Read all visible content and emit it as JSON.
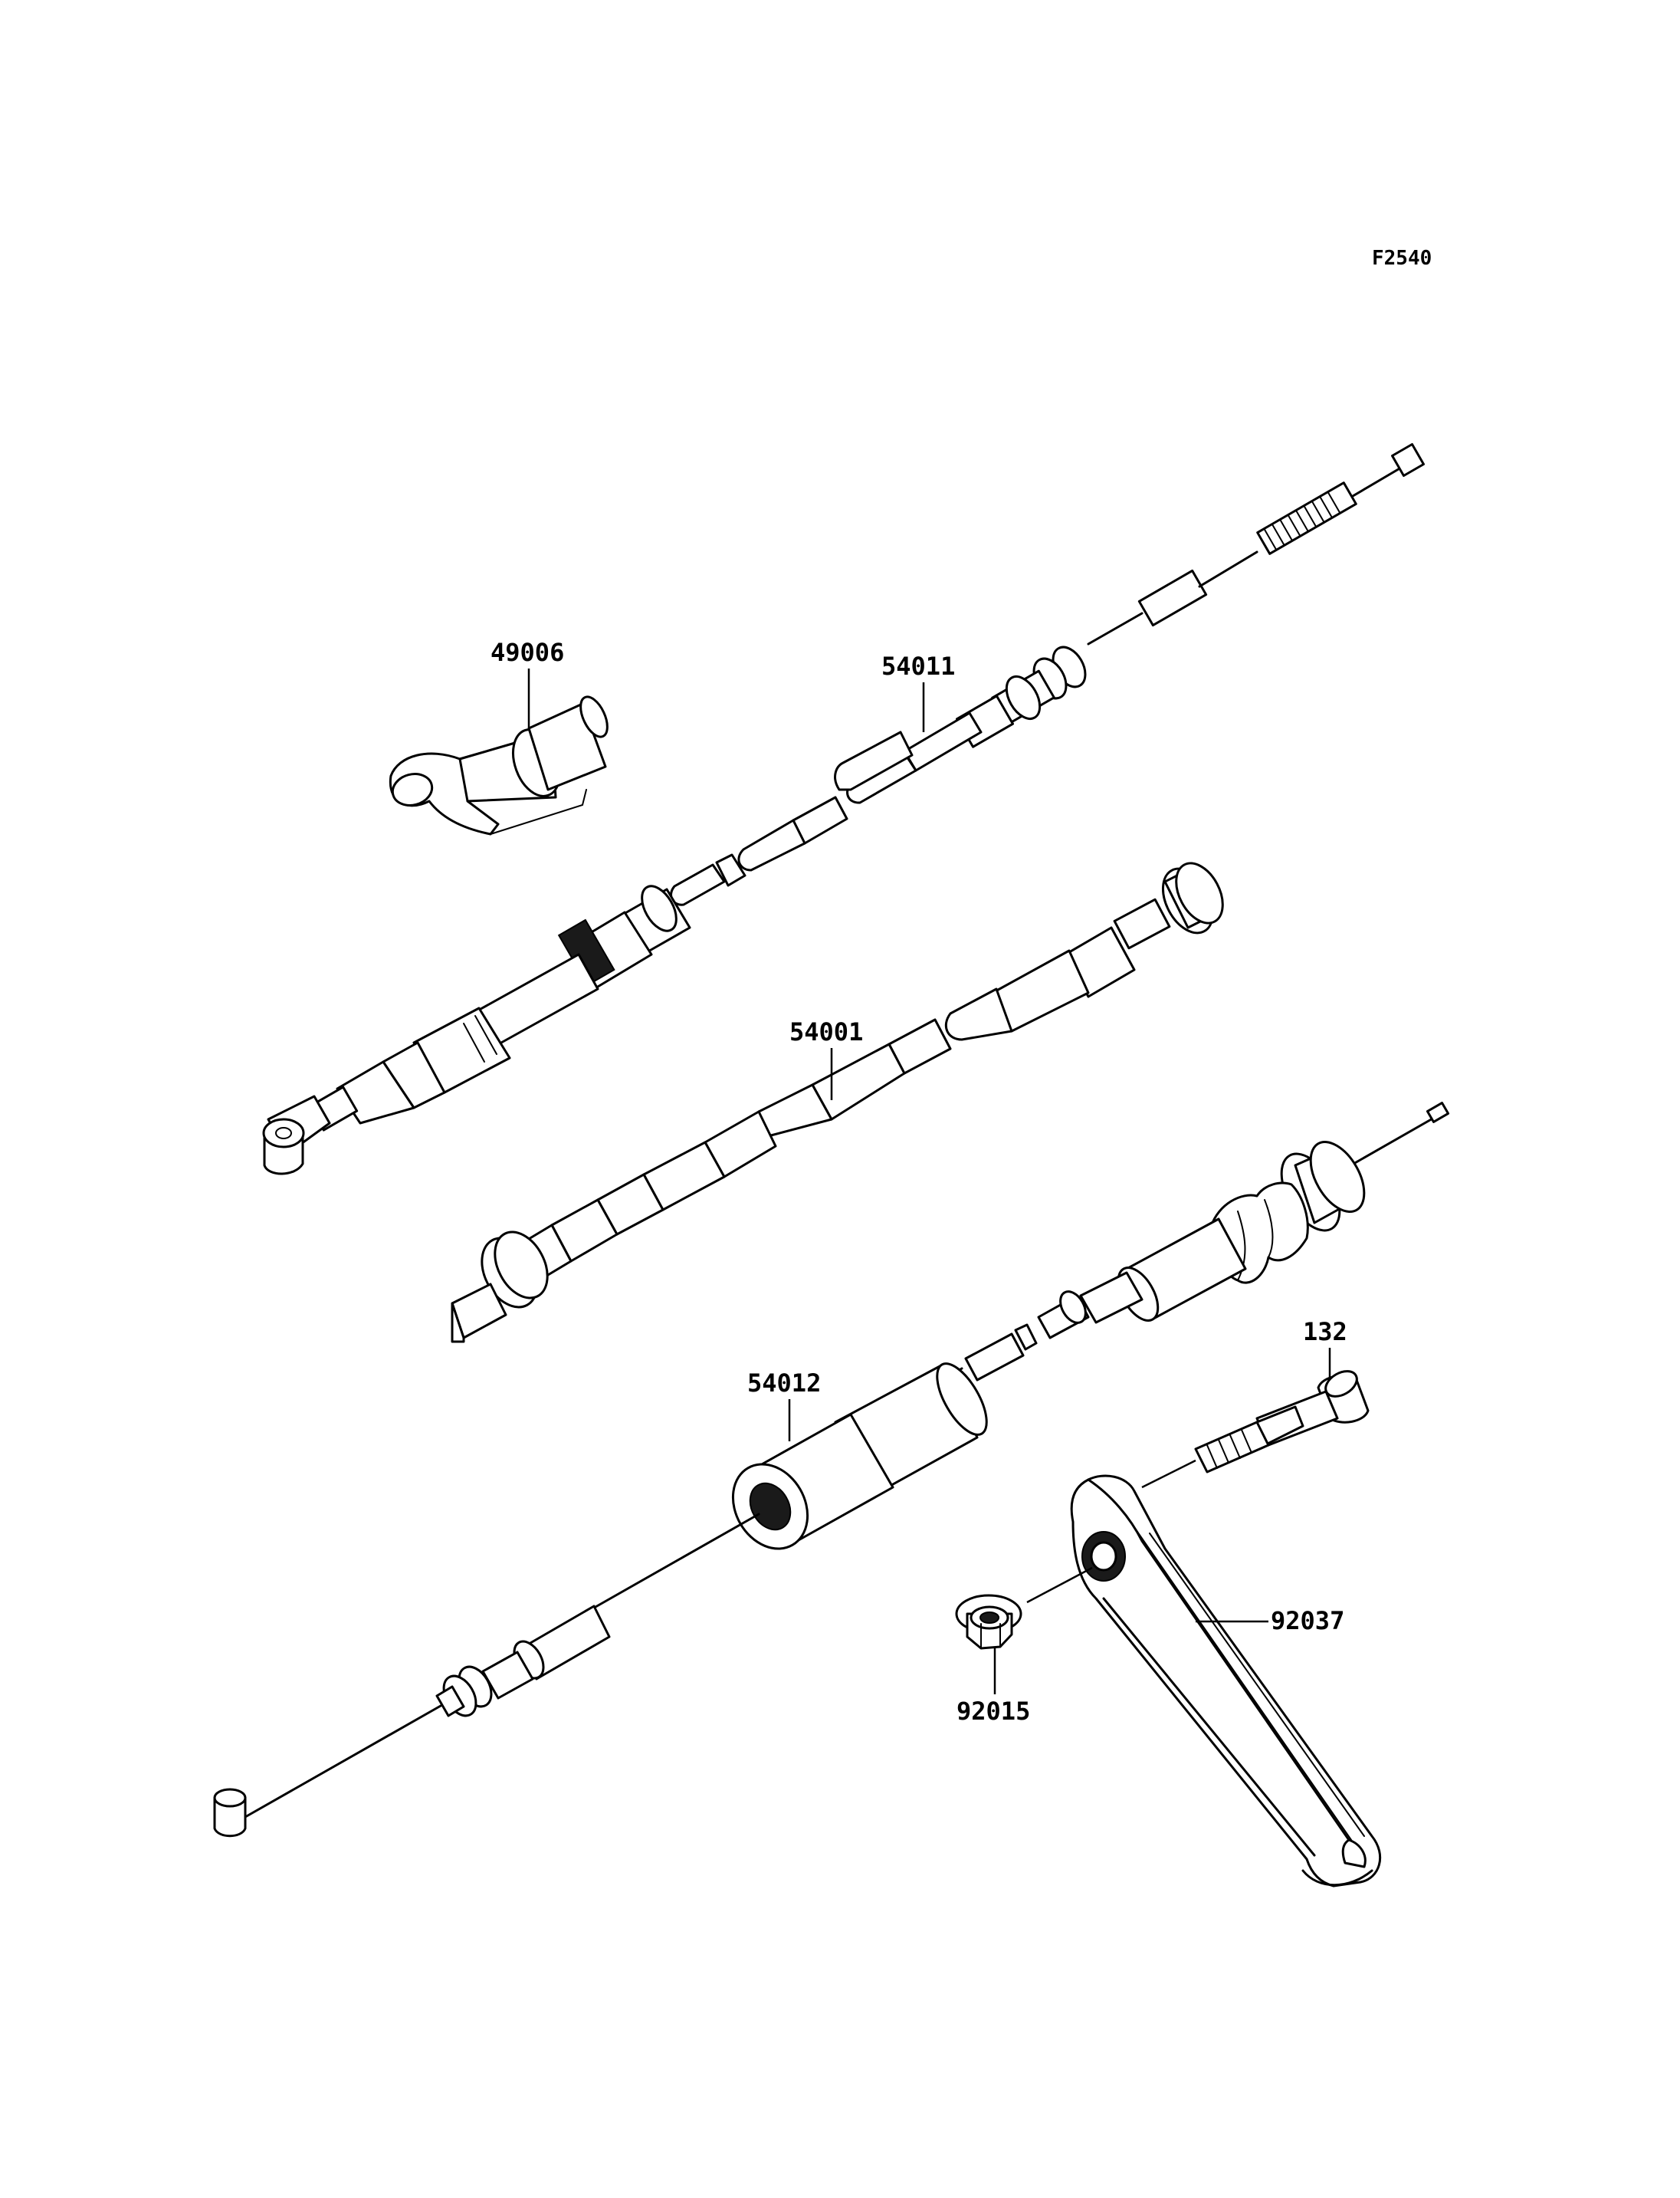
{
  "figure_code": "F2540",
  "parts": [
    {
      "id": "49006",
      "label": "49006"
    },
    {
      "id": "54011",
      "label": "54011"
    },
    {
      "id": "54001",
      "label": "54001"
    },
    {
      "id": "54012",
      "label": "54012"
    },
    {
      "id": "132",
      "label": "132"
    },
    {
      "id": "92037",
      "label": "92037"
    },
    {
      "id": "92015",
      "label": "92015"
    }
  ]
}
